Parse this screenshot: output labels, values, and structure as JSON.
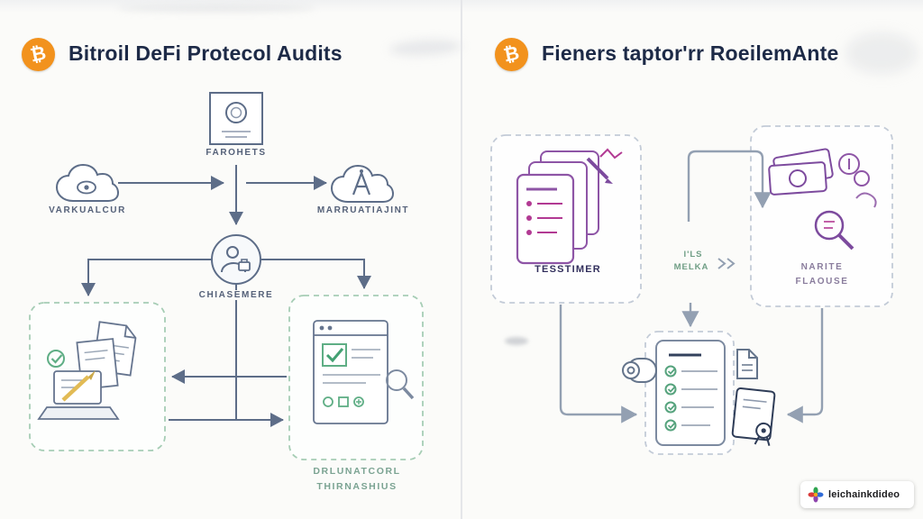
{
  "left_panel": {
    "logo_symbol": "₿",
    "title": "Bitroil DeFi Protecol  Audits",
    "labels": {
      "top_node": "FAROHETS",
      "left_cloud": "VARKUALCUR",
      "right_cloud": "MARRUATIAJINT",
      "center_node": "CHIASEMERE",
      "caption_line1": "DRLUNATCORL",
      "caption_line2": "THIRNASHIUS"
    }
  },
  "right_panel": {
    "logo_symbol": "₿",
    "title": "Fieners taptor'rr RoeilemAnte",
    "labels": {
      "documents": "TESSTIMER",
      "mid_line1": "I'LS",
      "mid_line2": "MELKA",
      "review_line1": "NARITE",
      "review_line2": "FLAOUSE"
    }
  },
  "watermark": {
    "text": "leichainkdideo"
  },
  "colors": {
    "bitcoin_orange": "#f2921d",
    "line_slate": "#5d6d88",
    "dashed_green": "#a6cdb5",
    "purple": "#8e55a6",
    "magenta": "#b23a93",
    "label_green": "#7ba392",
    "title_navy": "#1d2a47"
  }
}
